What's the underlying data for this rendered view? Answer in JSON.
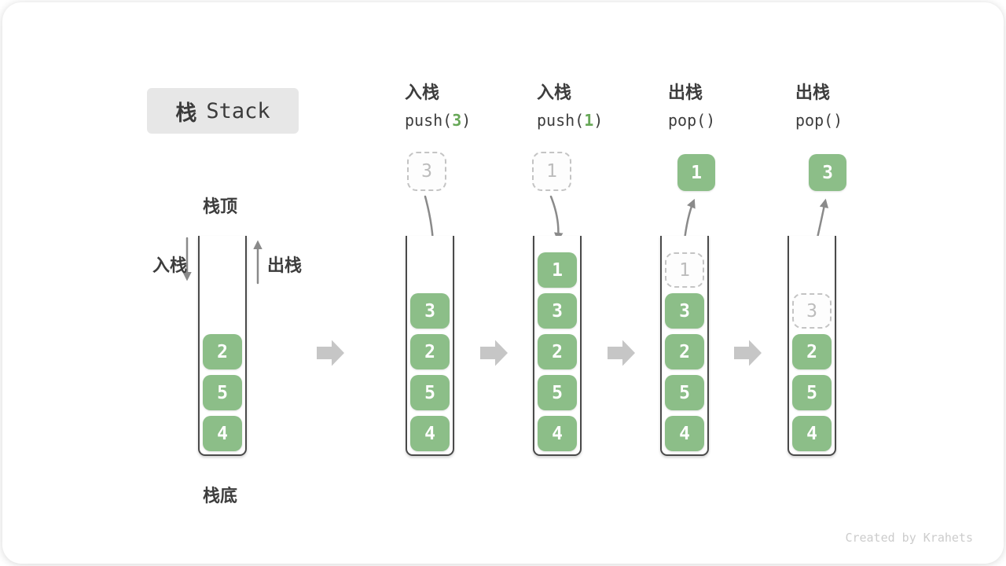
{
  "title": {
    "cn": "栈",
    "en": "Stack"
  },
  "labels": {
    "stack_top": "栈顶",
    "stack_bottom": "栈底",
    "push_side": "入栈",
    "pop_side": "出栈"
  },
  "watermark": "Created by Krahets",
  "colors": {
    "block_green": "#8cbe88",
    "arg_green": "#67a757",
    "text_dark": "#3d3d3d",
    "arrow_gray": "#8a8a8a",
    "big_arrow_gray": "#c6c6c6",
    "ghost_border": "#c4c4c4",
    "ghost_text": "#bcbcbc",
    "title_bg": "#e7e7e7",
    "watermark_gray": "#cccccc"
  },
  "columns": [
    {
      "header": null,
      "floating": null,
      "stack": [
        {
          "v": "2",
          "ghost": false
        },
        {
          "v": "5",
          "ghost": false
        },
        {
          "v": "4",
          "ghost": false
        }
      ]
    },
    {
      "header": {
        "label": "入栈",
        "code_pre": "push(",
        "arg": "3",
        "code_post": ")"
      },
      "floating": {
        "v": "3",
        "style": "ghost"
      },
      "stack": [
        {
          "v": "3",
          "ghost": false
        },
        {
          "v": "2",
          "ghost": false
        },
        {
          "v": "5",
          "ghost": false
        },
        {
          "v": "4",
          "ghost": false
        }
      ]
    },
    {
      "header": {
        "label": "入栈",
        "code_pre": "push(",
        "arg": "1",
        "code_post": ")"
      },
      "floating": {
        "v": "1",
        "style": "ghost"
      },
      "stack": [
        {
          "v": "1",
          "ghost": false
        },
        {
          "v": "3",
          "ghost": false
        },
        {
          "v": "2",
          "ghost": false
        },
        {
          "v": "5",
          "ghost": false
        },
        {
          "v": "4",
          "ghost": false
        }
      ]
    },
    {
      "header": {
        "label": "出栈",
        "code_pre": "pop(",
        "arg": "",
        "code_post": ")"
      },
      "floating": {
        "v": "1",
        "style": "solid"
      },
      "stack": [
        {
          "v": "1",
          "ghost": true
        },
        {
          "v": "3",
          "ghost": false
        },
        {
          "v": "2",
          "ghost": false
        },
        {
          "v": "5",
          "ghost": false
        },
        {
          "v": "4",
          "ghost": false
        }
      ]
    },
    {
      "header": {
        "label": "出栈",
        "code_pre": "pop(",
        "arg": "",
        "code_post": ")"
      },
      "floating": {
        "v": "3",
        "style": "solid"
      },
      "stack": [
        {
          "v": "3",
          "ghost": true
        },
        {
          "v": "2",
          "ghost": false
        },
        {
          "v": "5",
          "ghost": false
        },
        {
          "v": "4",
          "ghost": false
        }
      ]
    }
  ]
}
